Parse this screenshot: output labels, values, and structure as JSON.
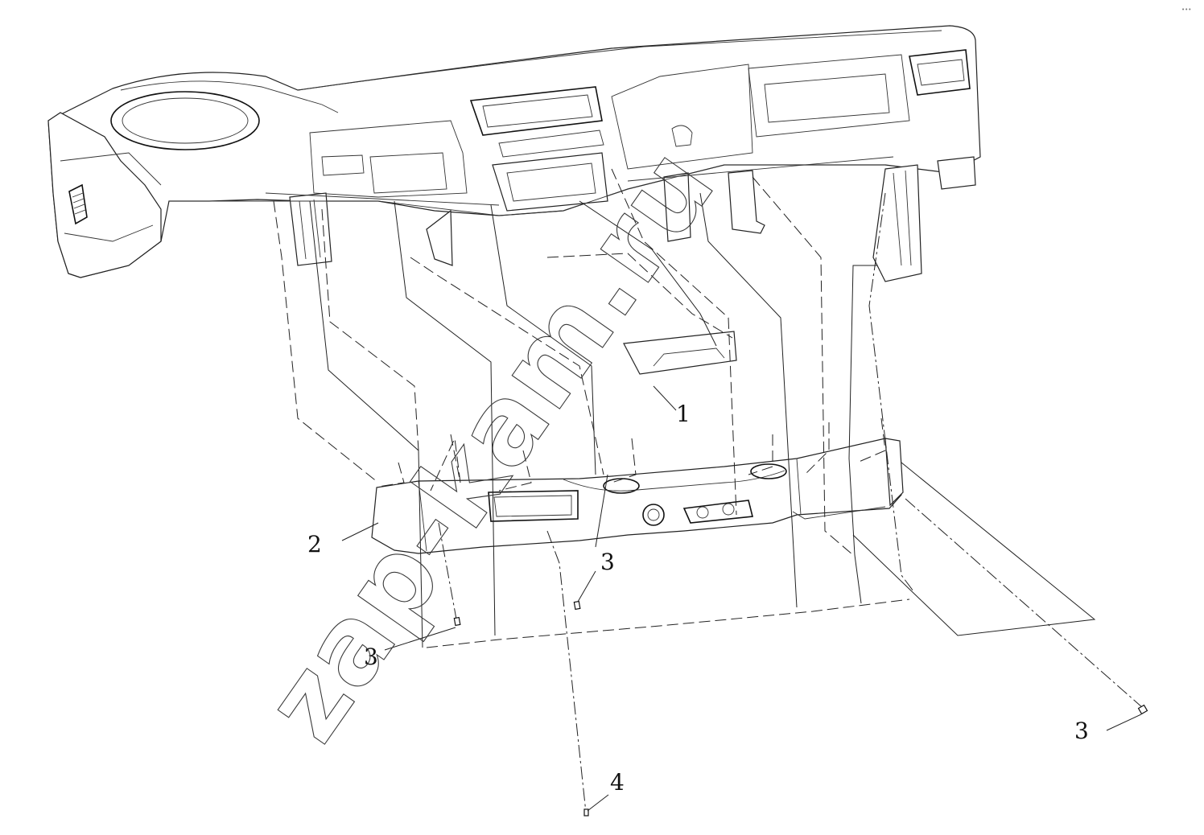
{
  "corner_mark": "•••",
  "watermark": "zap-kam.ru",
  "callouts": [
    {
      "id": "callout-1",
      "text": "1"
    },
    {
      "id": "callout-2",
      "text": "2"
    },
    {
      "id": "callout-3a",
      "text": "3"
    },
    {
      "id": "callout-3b",
      "text": "3"
    },
    {
      "id": "callout-3c",
      "text": "3"
    },
    {
      "id": "callout-4",
      "text": "4"
    }
  ]
}
